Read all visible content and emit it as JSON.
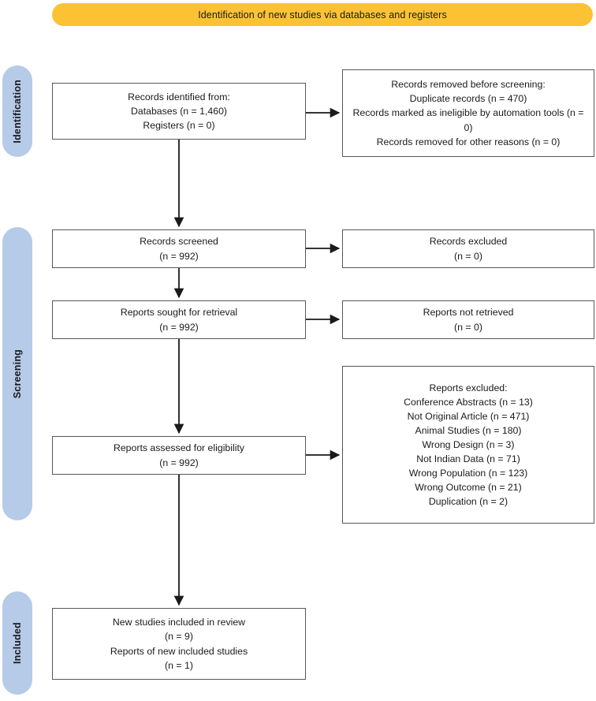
{
  "banner": {
    "title": "Identification of new studies via databases and registers",
    "color": "#fcc233"
  },
  "stages": {
    "color": "#b5cbe8",
    "items": [
      {
        "id": "identification",
        "label": "Identification"
      },
      {
        "id": "screening",
        "label": "Screening"
      },
      {
        "id": "included",
        "label": "Included"
      }
    ]
  },
  "nodes": {
    "identified": {
      "name": "records-identified-box",
      "lines": [
        "Records identified from:",
        "Databases (n = 1,460)",
        "Registers  (n = 0)"
      ]
    },
    "removed": {
      "name": "records-removed-box",
      "lines": [
        "Records removed before screening:",
        "Duplicate records (n = 470)",
        "Records marked as ineligible by automation tools (n = 0)",
        "Records removed for other reasons (n = 0)"
      ]
    },
    "screened": {
      "name": "records-screened-box",
      "lines": [
        "Records screened",
        "(n = 992)"
      ]
    },
    "excluded": {
      "name": "records-excluded-box",
      "lines": [
        "Records excluded",
        "(n = 0)"
      ]
    },
    "sought": {
      "name": "reports-sought-box",
      "lines": [
        "Reports sought for retrieval",
        "(n = 992)"
      ]
    },
    "not_retrieved": {
      "name": "reports-not-retrieved-box",
      "lines": [
        "Reports not retrieved",
        "(n = 0)"
      ]
    },
    "assessed": {
      "name": "reports-assessed-box",
      "lines": [
        "Reports assessed for eligibility",
        "(n = 992)"
      ]
    },
    "reports_excluded": {
      "name": "reports-excluded-box",
      "lines": [
        "Reports excluded:",
        "Conference Abstracts (n = 13)",
        "Not Original Article (n = 471)",
        "Animal Studies (n = 180)",
        "Wrong Design (n = 3)",
        "Not Indian Data (n = 71)",
        "Wrong Population (n = 123)",
        "Wrong Outcome (n = 21)",
        "Duplication (n = 2)"
      ]
    },
    "included": {
      "name": "new-studies-included-box",
      "lines": [
        "New studies included in review",
        "(n = 9)",
        "Reports of new included studies",
        "(n = 1)"
      ]
    }
  },
  "chart_data": {
    "type": "diagram",
    "diagram_type": "prisma-flow",
    "title": "Identification of new studies via databases and registers",
    "stages": [
      "Identification",
      "Screening",
      "Included"
    ],
    "flow": [
      {
        "stage": "Identification",
        "node": "Records identified from",
        "databases": 1460,
        "registers": 0
      },
      {
        "stage": "Identification",
        "node": "Records removed before screening",
        "duplicate_records": 470,
        "marked_ineligible_by_automation_tools": 0,
        "removed_for_other_reasons": 0
      },
      {
        "stage": "Screening",
        "node": "Records screened",
        "n": 992
      },
      {
        "stage": "Screening",
        "node": "Records excluded",
        "n": 0
      },
      {
        "stage": "Screening",
        "node": "Reports sought for retrieval",
        "n": 992
      },
      {
        "stage": "Screening",
        "node": "Reports not retrieved",
        "n": 0
      },
      {
        "stage": "Screening",
        "node": "Reports assessed for eligibility",
        "n": 992
      },
      {
        "stage": "Screening",
        "node": "Reports excluded",
        "reasons": [
          {
            "reason": "Conference Abstracts",
            "n": 13
          },
          {
            "reason": "Not Original Article",
            "n": 471
          },
          {
            "reason": "Animal Studies",
            "n": 180
          },
          {
            "reason": "Wrong Design",
            "n": 3
          },
          {
            "reason": "Not Indian Data",
            "n": 71
          },
          {
            "reason": "Wrong Population",
            "n": 123
          },
          {
            "reason": "Wrong Outcome",
            "n": 21
          },
          {
            "reason": "Duplication",
            "n": 2
          }
        ]
      },
      {
        "stage": "Included",
        "node": "New studies included in review",
        "n": 9
      },
      {
        "stage": "Included",
        "node": "Reports of new included studies",
        "n": 1
      }
    ]
  }
}
